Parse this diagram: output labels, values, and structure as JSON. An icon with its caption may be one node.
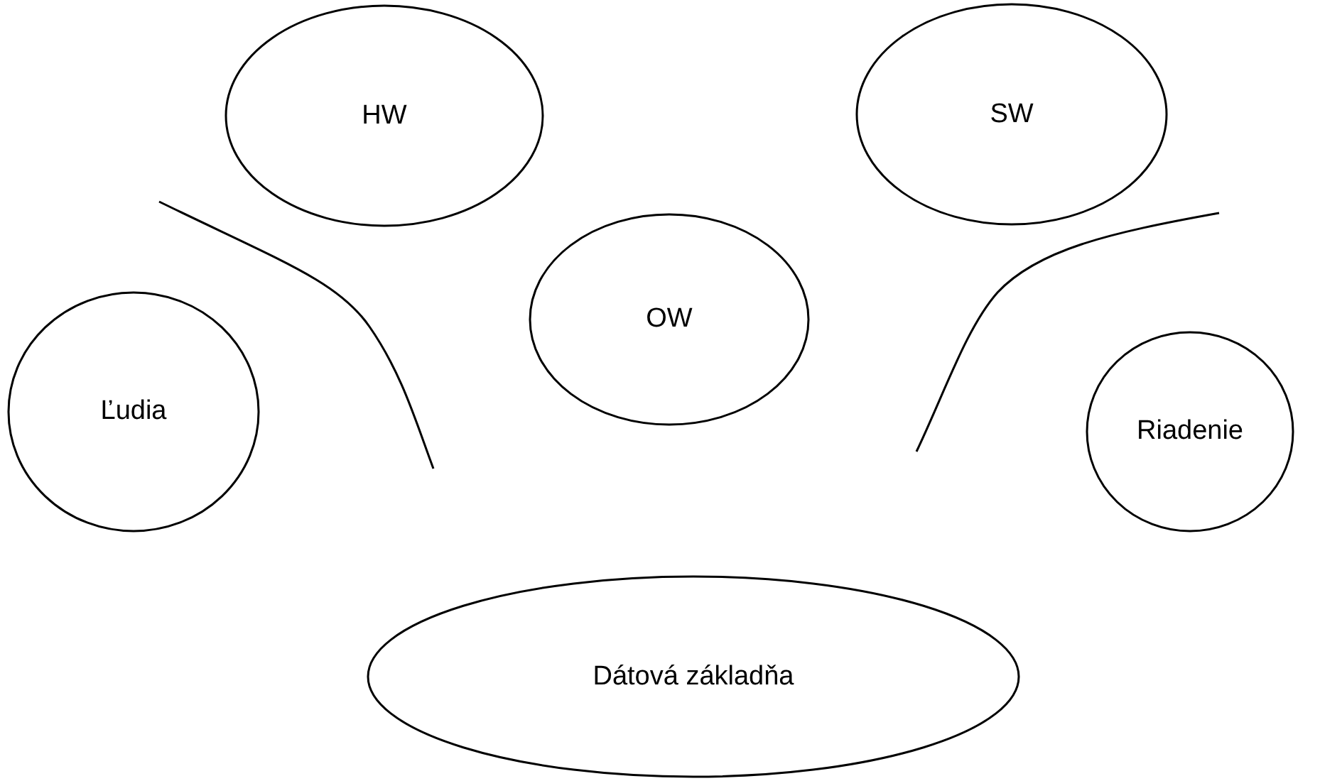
{
  "diagram": {
    "nodes": [
      {
        "text": [
          "HW"
        ]
      },
      {
        "text": [
          "SW"
        ]
      },
      {
        "text": [
          "OW"
        ]
      },
      {
        "text": [
          "Ľudia"
        ]
      },
      {
        "text": [
          "Riadenie"
        ]
      },
      {
        "text": [
          "Dátová základňa"
        ]
      }
    ]
  }
}
